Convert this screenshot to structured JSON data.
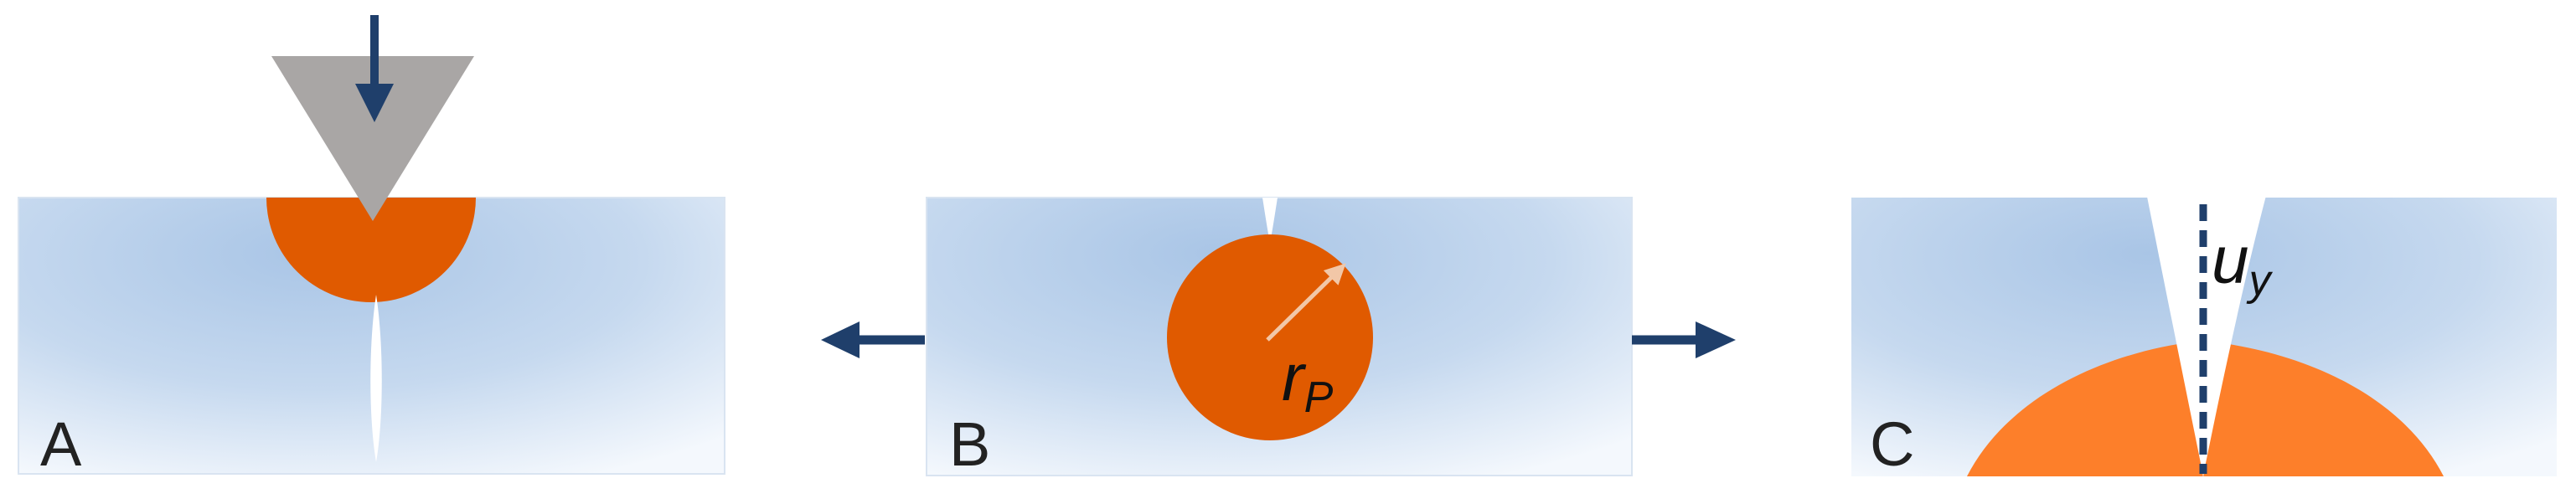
{
  "panels": [
    {
      "id": "A",
      "label": "A"
    },
    {
      "id": "B",
      "label": "B",
      "radius_symbol": "r",
      "radius_subscript": "P"
    },
    {
      "id": "C",
      "label": "C",
      "displacement_symbol": "u",
      "displacement_subscript": "y"
    }
  ],
  "colors": {
    "plastic_zone_dark": "#E05A00",
    "plastic_zone_light": "#FD7F2A",
    "indenter": "#A9A6A5",
    "arrow": "#1F3F6B",
    "specimen_center": "#A9C5E6",
    "specimen_edge": "#F4F8FD",
    "radius_arrow": "#F2C7A7"
  },
  "icons": [
    "load-arrow-icon",
    "move-left-arrow-icon",
    "move-right-arrow-icon"
  ]
}
